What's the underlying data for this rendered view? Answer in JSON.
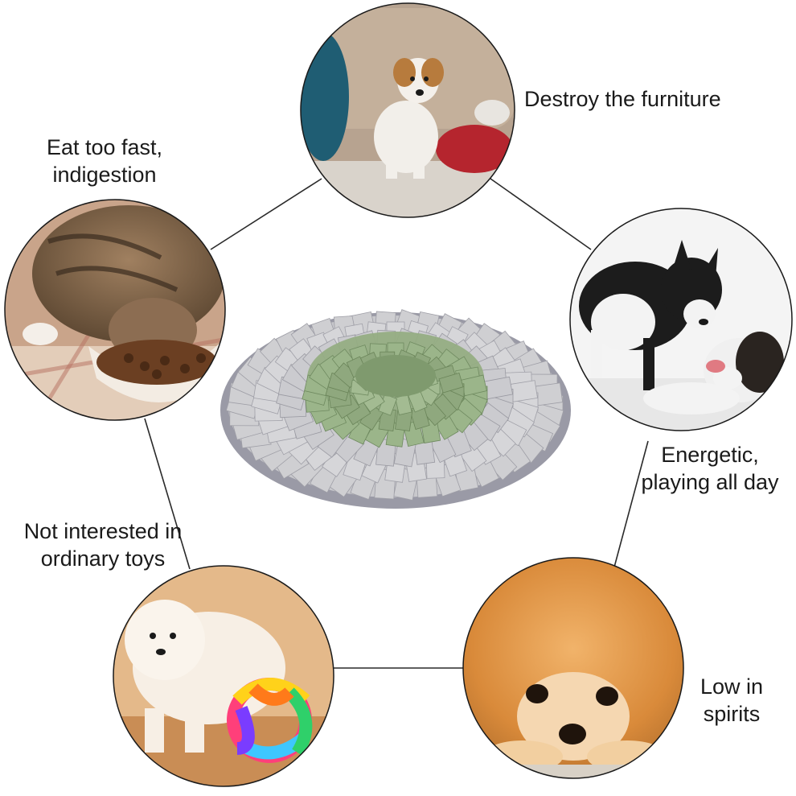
{
  "labels": {
    "destroy_furniture": "Destroy the furniture",
    "eat_fast_line1": "Eat too fast,",
    "eat_fast_line2": "indigestion",
    "energetic_line1": "Energetic,",
    "energetic_line2": "playing all day",
    "toys_line1": "Not interested in",
    "toys_line2": "ordinary toys",
    "low_line1": "Low in",
    "low_line2": "spirits"
  },
  "colors": {
    "connector": "#2a2a2a",
    "circle_border": "#1a1a1a",
    "mat_rim": "#8f8f9a",
    "mat_grey": "#cfcfd2",
    "mat_green": "#8fa87e"
  }
}
